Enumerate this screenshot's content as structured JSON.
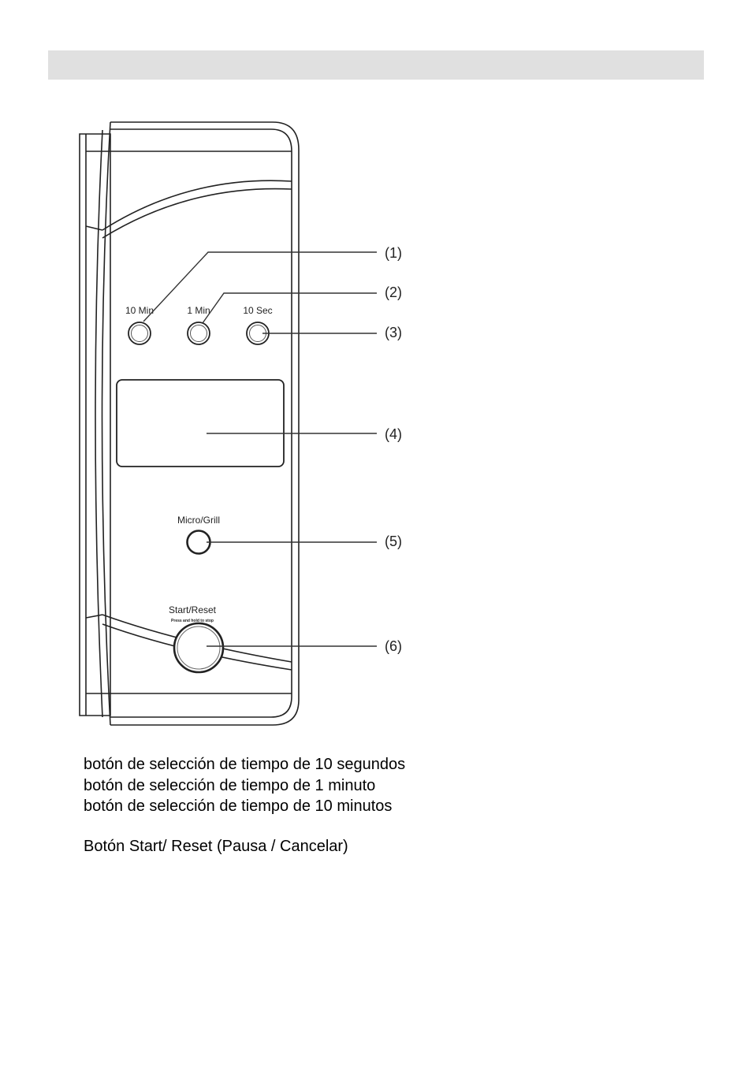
{
  "panel": {
    "buttons": [
      {
        "label": "10 Min"
      },
      {
        "label": "1 Min"
      },
      {
        "label": "10 Sec"
      }
    ],
    "micro_grill_label": "Micro/Grill",
    "start_reset_label": "Start/Reset",
    "start_reset_sublabel": "Press and hold to stop"
  },
  "callouts": [
    "(1)",
    "(2)",
    "(3)",
    "(4)",
    "(5)",
    "(6)"
  ],
  "legend": {
    "line1": "botón de selección de tiempo de 10 segundos",
    "line2": "botón de selección de tiempo de 1 minuto",
    "line3": "botón de selección de tiempo de 10 minutos",
    "line4": "Botón Start/ Reset (Pausa / Cancelar)"
  }
}
